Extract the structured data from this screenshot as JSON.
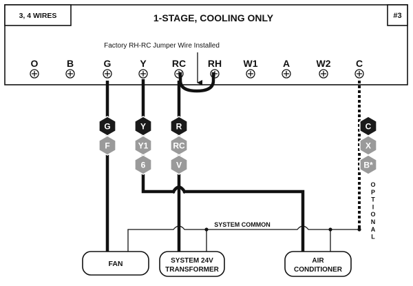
{
  "header": {
    "wires_label": "3, 4 WIRES",
    "title": "1-STAGE, COOLING ONLY",
    "number": "#3",
    "jumper_note": "Factory RH-RC Jumper Wire Installed"
  },
  "terminals": [
    "O",
    "B",
    "G",
    "Y",
    "RC",
    "RH",
    "W1",
    "A",
    "W2",
    "C"
  ],
  "wire_tags": {
    "g": [
      "G",
      "F"
    ],
    "y": [
      "Y",
      "Y1",
      "6"
    ],
    "r": [
      "R",
      "RC",
      "V"
    ],
    "c": [
      "C",
      "X",
      "B*"
    ]
  },
  "optional_label": "OPTIONAL",
  "system_common_label": "SYSTEM COMMON",
  "devices": {
    "fan": "FAN",
    "transformer": [
      "SYSTEM 24V",
      "TRANSFORMER"
    ],
    "air_conditioner": [
      "AIR",
      "CONDITIONER"
    ]
  },
  "colors": {
    "line": "#111111",
    "tag_primary": "#1a1a1a",
    "tag_secondary": "#9a9a9a",
    "background": "#ffffff"
  }
}
